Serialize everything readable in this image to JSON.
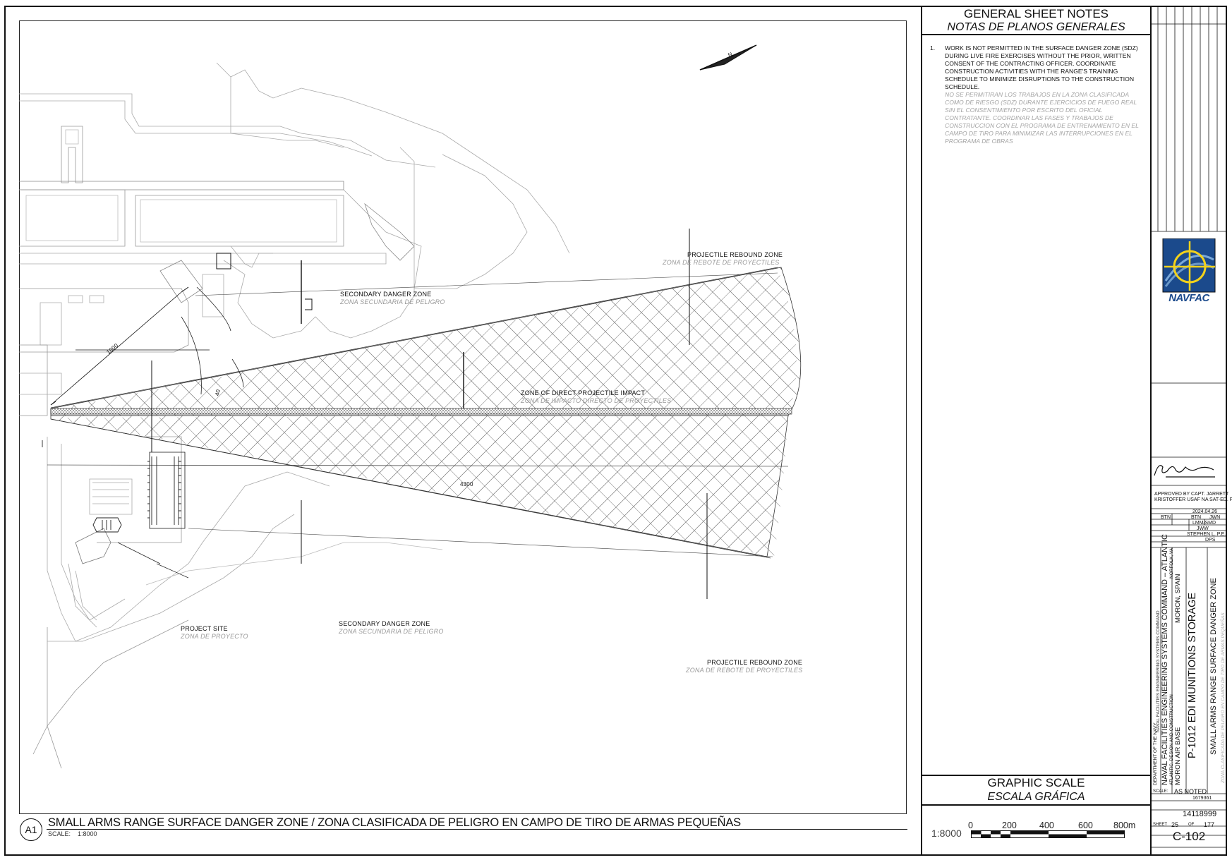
{
  "detail": {
    "id": "A1",
    "title": "SMALL ARMS RANGE SURFACE DANGER ZONE  / ZONA CLASIFICADA DE PELIGRO EN CAMPO DE TIRO DE ARMAS PEQUEÑAS",
    "scale_label": "SCALE:",
    "scale_value": "1:8000"
  },
  "plan_labels": {
    "rebound_top_en": "PROJECTILE REBOUND ZONE",
    "rebound_top_es": "ZONA DE REBOTE DE PROYECTILES",
    "secondary_top_en": "SECONDARY DANGER ZONE",
    "secondary_top_es": "ZONA SECUNDARIA DE PELIGRO",
    "impact_en": "ZONE OF DIRECT PROJECTILE IMPACT",
    "impact_es": "ZONA DE IMPACTO DIRECTO DE PROYECTILES",
    "secondary_bottom_en": "SECONDARY DANGER ZONE",
    "secondary_bottom_es": "ZONA SECUNDARIA DE PELIGRO",
    "project_site_en": "PROJECT SITE",
    "project_site_es": "ZONA DE PROYECTO",
    "rebound_bottom_en": "PROJECTILE REBOUND ZONE",
    "rebound_bottom_es": "ZONA DE REBOTE DE PROYECTILES",
    "dim_1000": "1000",
    "dim_4300": "4300",
    "dim_40": "40",
    "north": "N"
  },
  "notes": {
    "title_en": "GENERAL SHEET NOTES",
    "title_es": "NOTAS DE PLANOS GENERALES",
    "items": [
      {
        "num": "1.",
        "en": "WORK IS NOT PERMITTED IN THE SURFACE DANGER ZONE (SDZ) DURING LIVE FIRE EXERCISES WITHOUT THE PRIOR, WRITTEN CONSENT OF THE CONTRACTING OFFICER.  COORDINATE CONSTRUCTION ACTIVITIES WITH THE RANGE'S TRAINING SCHEDULE TO MINIMIZE DISRUPTIONS TO THE CONSTRUCTION SCHEDULE.",
        "es": "NO SE PERMITIRAN LOS TRABAJOS EN LA ZONA CLASIFICADA COMO DE RIESGO (SDZ) DURANTE EJERCICIOS DE FUEGO REAL SIN EL CONSENTIMIENTO POR ESCRITO DEL OFICIAL CONTRATANTE. COORDINAR LAS FASES Y TRABAJOS DE CONSTRUCCION CON EL PROGRAMA DE ENTRENAMIENTO EN EL CAMPO DE TIRO PARA MINIMIZAR LAS INTERRUPCIONES EN EL PROGRAMA DE OBRAS"
      }
    ]
  },
  "graphic_scale": {
    "title_en": "GRAPHIC SCALE",
    "title_es": "ESCALA GRÁFICA",
    "ratio": "1:8000",
    "ticks": [
      "0",
      "200",
      "400",
      "600",
      "800m"
    ]
  },
  "title_block": {
    "logo_text": "NAVFAC",
    "dept": "DEPARTMENT OF THE NAVY",
    "command_1": "NAVAL FACILITIES ENGINEERING SYSTEMS COMMAND",
    "command_2": "NAVAL FACILITIES ENGINEERING SYSTEMS COMMAND – ATLANTIC",
    "division": "ATLANTIC, DESIGN AND CONSTRUCTION",
    "location_1": "NORFOLK, VA",
    "base": "MORON AIR BASE",
    "country": "MORON, SPAIN",
    "project": "P-1012 EDI MUNITIONS STORAGE",
    "sheet_title_en": "SMALL ARMS RANGE SURFACE DANGER ZONE",
    "sheet_title_es": "ZONA CLASIFICADA DE PELIGRO EN CAMPO DE TIRO DE ARMAS PEQUEÑAS",
    "scale_label": "SCALE:",
    "scale": "AS NOTED",
    "spec_no": "1679361",
    "drawing_no": "14118999",
    "sheet_label": "SHEET",
    "sheet_no": "25",
    "of_label": "OF",
    "sheet_total": "177",
    "sheet_id": "C-102",
    "approved_line_1": "APPROVED BY CAPT. JARRETT",
    "approved_line_2": "KRISTOFFER USAF NA SAT-ED. FORM",
    "date": "2024.04.26",
    "initials": [
      "BTN",
      "BTN",
      "JWN"
    ],
    "checked": "LMM/SMD",
    "reviewer": "JWW",
    "engineer": "STEPHEN L. P.E.",
    "designer": "DPS"
  }
}
